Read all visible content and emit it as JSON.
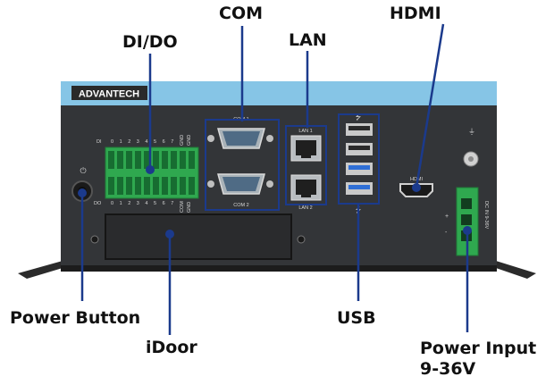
{
  "callouts": {
    "com": "COM",
    "hdmi": "HDMI",
    "dido": "DI/DO",
    "lan": "LAN",
    "power_button": "Power Button",
    "usb": "USB",
    "idoor": "iDoor",
    "power_input_line1": "Power Input",
    "power_input_line2": "9-36V"
  },
  "device": {
    "brand": "ADVANTECH",
    "di_label": "DI",
    "do_label": "DO",
    "pin_numbers": [
      "0",
      "1",
      "2",
      "3",
      "4",
      "5",
      "6",
      "7"
    ],
    "gnd_label": "GND",
    "com_label": "COM",
    "com1_label": "COM 1",
    "com2_label": "COM 2",
    "lan1_label": "LAN 1",
    "lan2_label": "LAN 2",
    "hdmi_port_label": "HDMI",
    "dc_label": "DC IN 9-36V",
    "plus": "+",
    "minus": "-"
  },
  "colors": {
    "callout_line": "#1b3a8c",
    "accent_band": "#86c5e6",
    "chassis": "#333538",
    "terminal_green": "#2fa84f"
  }
}
